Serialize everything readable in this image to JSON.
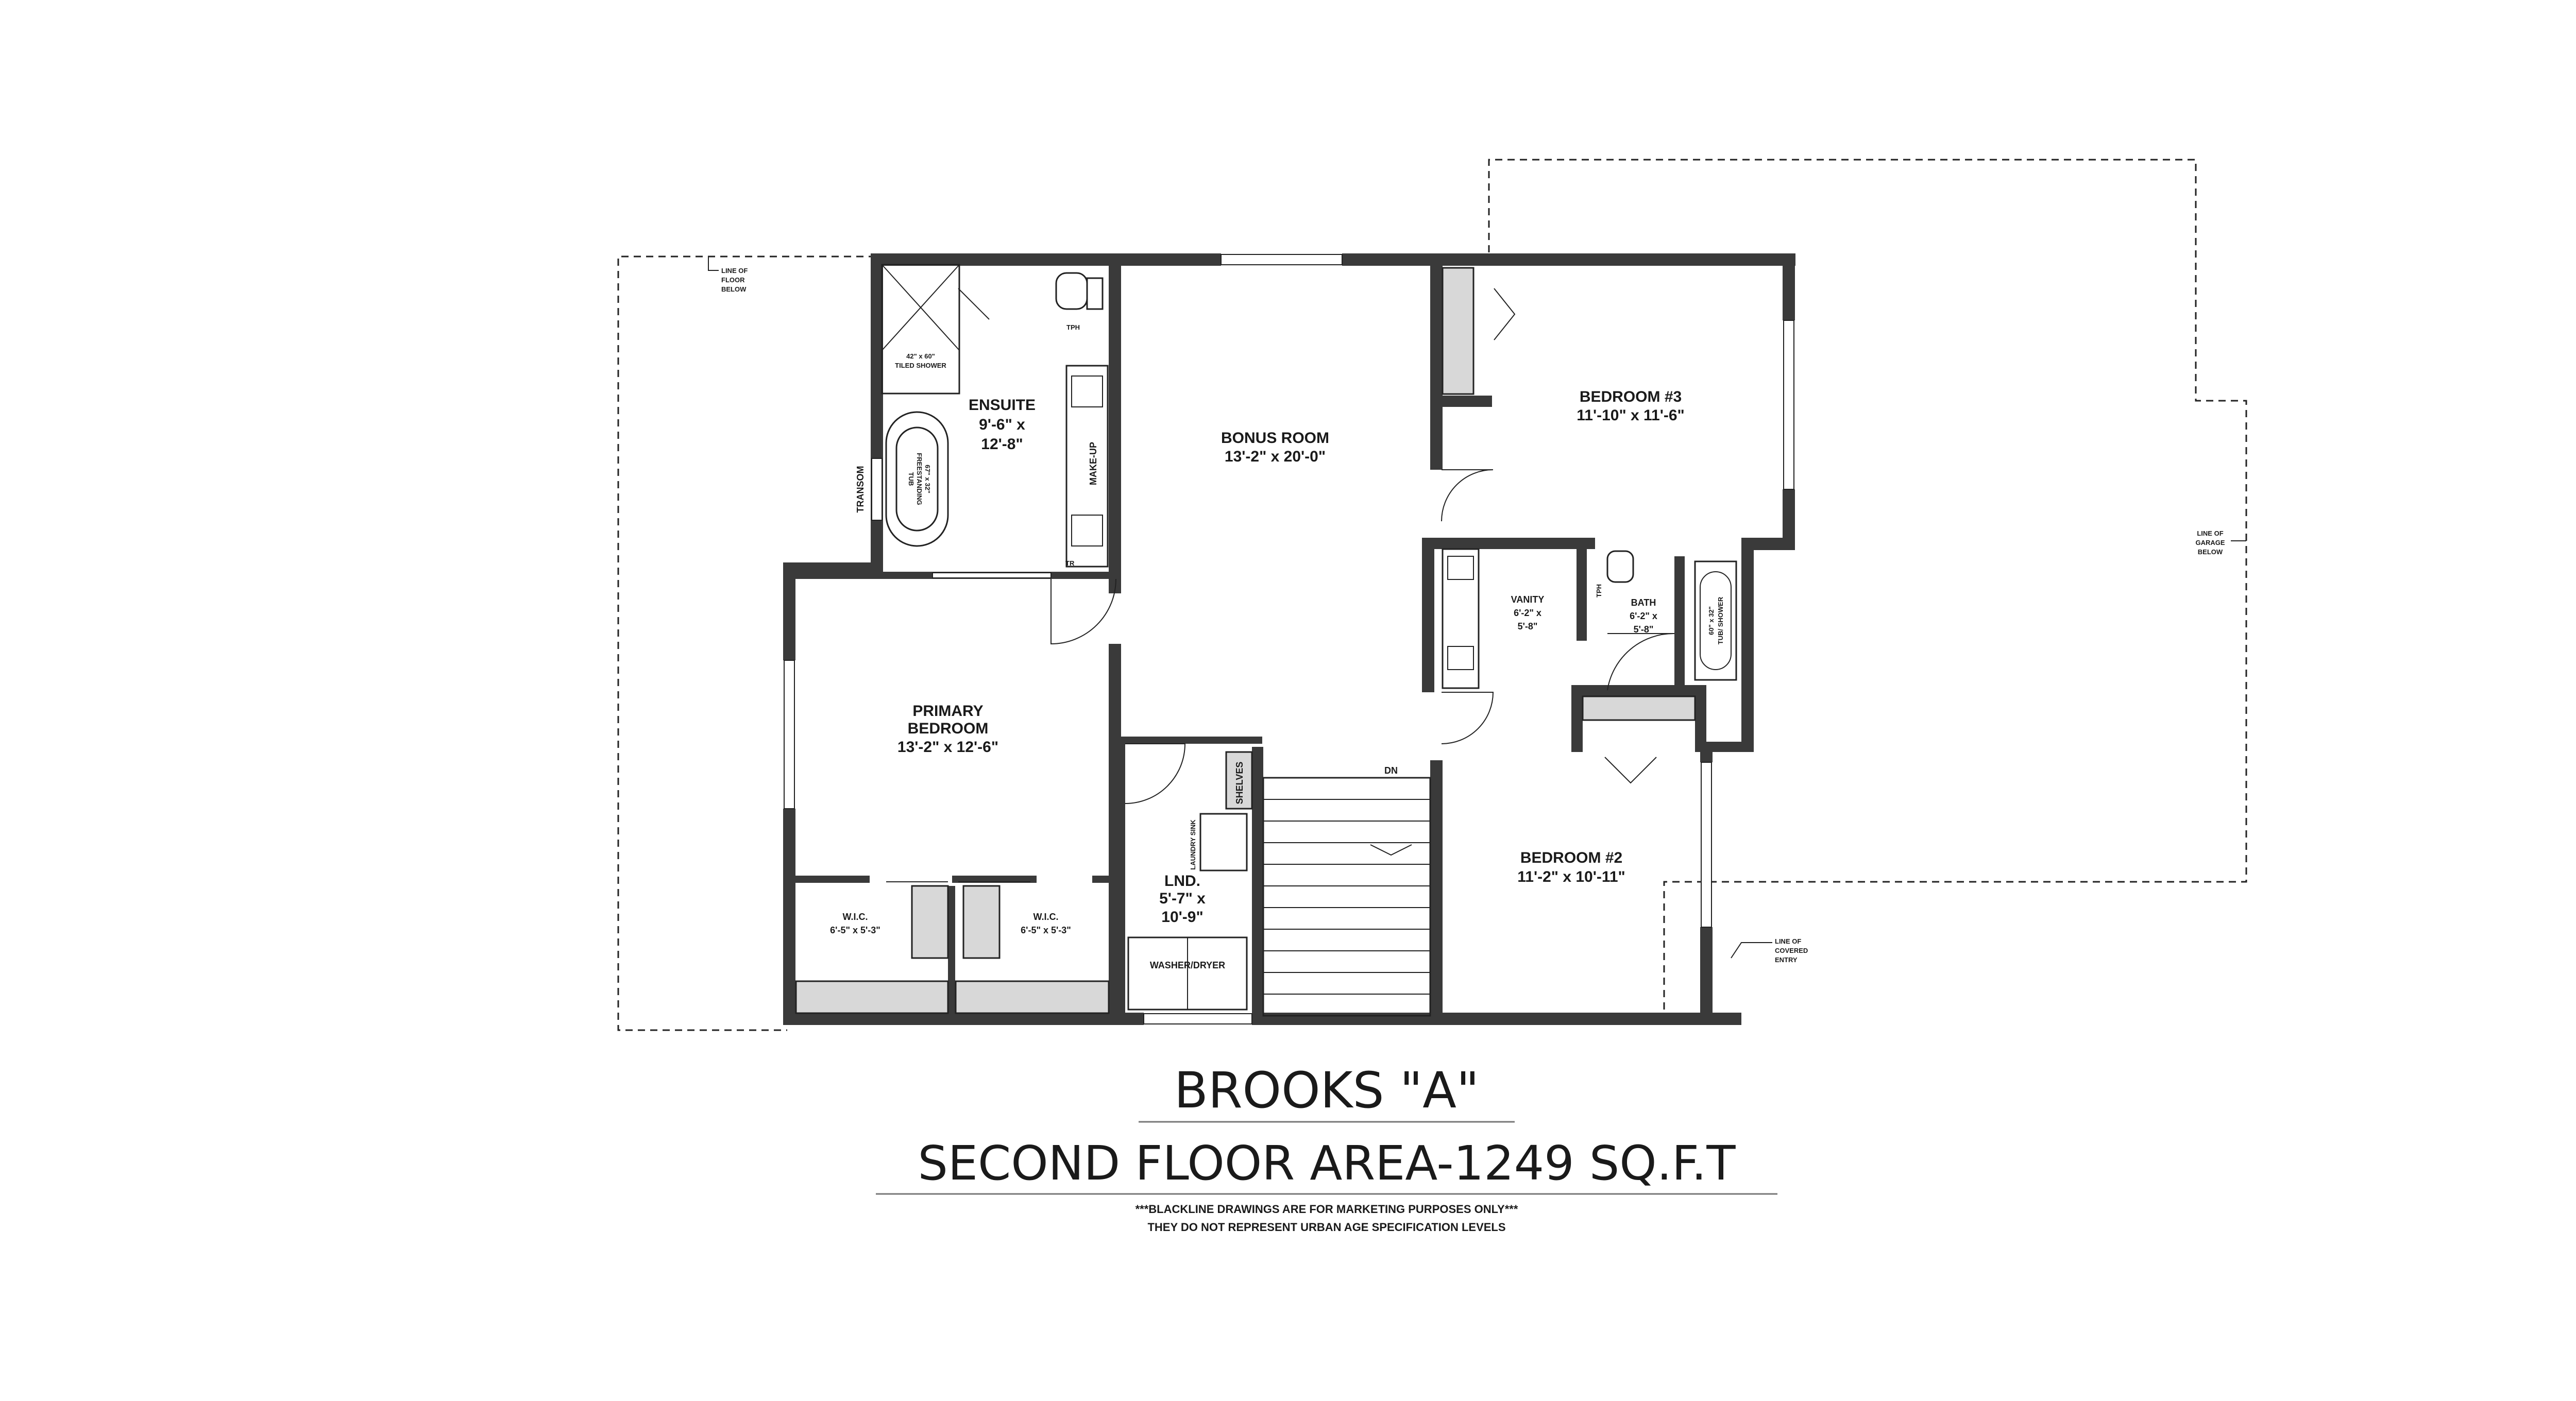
{
  "plan": {
    "title": "BROOKS \"A\"",
    "subtitle": "SECOND FLOOR AREA-1249 SQ.F.T",
    "disclaimer_line1": "***BLACKLINE DRAWINGS ARE FOR MARKETING PURPOSES ONLY***",
    "disclaimer_line2": "THEY DO NOT REPRESENT URBAN AGE SPECIFICATION LEVELS"
  },
  "rooms": {
    "ensuite": {
      "name": "ENSUITE",
      "dim1": "9'-6\" x",
      "dim2": "12'-8\""
    },
    "bonus": {
      "name": "BONUS ROOM",
      "dim": "13'-2\" x 20'-0\""
    },
    "bedroom3": {
      "name": "BEDROOM #3",
      "dim": "11'-10\" x 11'-6\""
    },
    "primary": {
      "name1": "PRIMARY",
      "name2": "BEDROOM",
      "dim": "13'-2\" x 12'-6\""
    },
    "vanity": {
      "name": "VANITY",
      "dim1": "6'-2\" x",
      "dim2": "5'-8\""
    },
    "bath": {
      "name": "BATH",
      "dim1": "6'-2\" x",
      "dim2": "5'-8\""
    },
    "bedroom2": {
      "name": "BEDROOM #2",
      "dim": "11'-2\" x 10'-11\""
    },
    "wic1": {
      "name": "W.I.C.",
      "dim": "6'-5\" x 5'-3\""
    },
    "wic2": {
      "name": "W.I.C.",
      "dim": "6'-5\" x 5'-3\""
    },
    "lnd": {
      "name": "LND.",
      "dim1": "5'-7\" x",
      "dim2": "10'-9\""
    }
  },
  "fixtures": {
    "shower": "42\" x 60\"",
    "shower_label": "TILED SHOWER",
    "tub_size": "67\" x 32\"",
    "tub_label1": "FREESTANDING",
    "tub_label2": "TUB",
    "transom": "TRANSOM",
    "makeup": "MAKE-UP",
    "tph": "TPH",
    "tph2": "TPH",
    "tr": "TR",
    "tub_shower_size": "60\" x 32\"",
    "tub_shower_label": "TUB/ SHOWER",
    "shelves": "SHELVES",
    "laundry_sink": "LAUNDRY SINK",
    "washer_dryer": "WASHER/DRYER",
    "stair_dn": "DN"
  },
  "notes": {
    "floor_below": [
      "LINE OF",
      "FLOOR",
      "BELOW"
    ],
    "garage_below": [
      "LINE OF",
      "GARAGE",
      "BELOW"
    ],
    "covered_entry": [
      "LINE OF",
      "COVERED",
      "ENTRY"
    ]
  }
}
